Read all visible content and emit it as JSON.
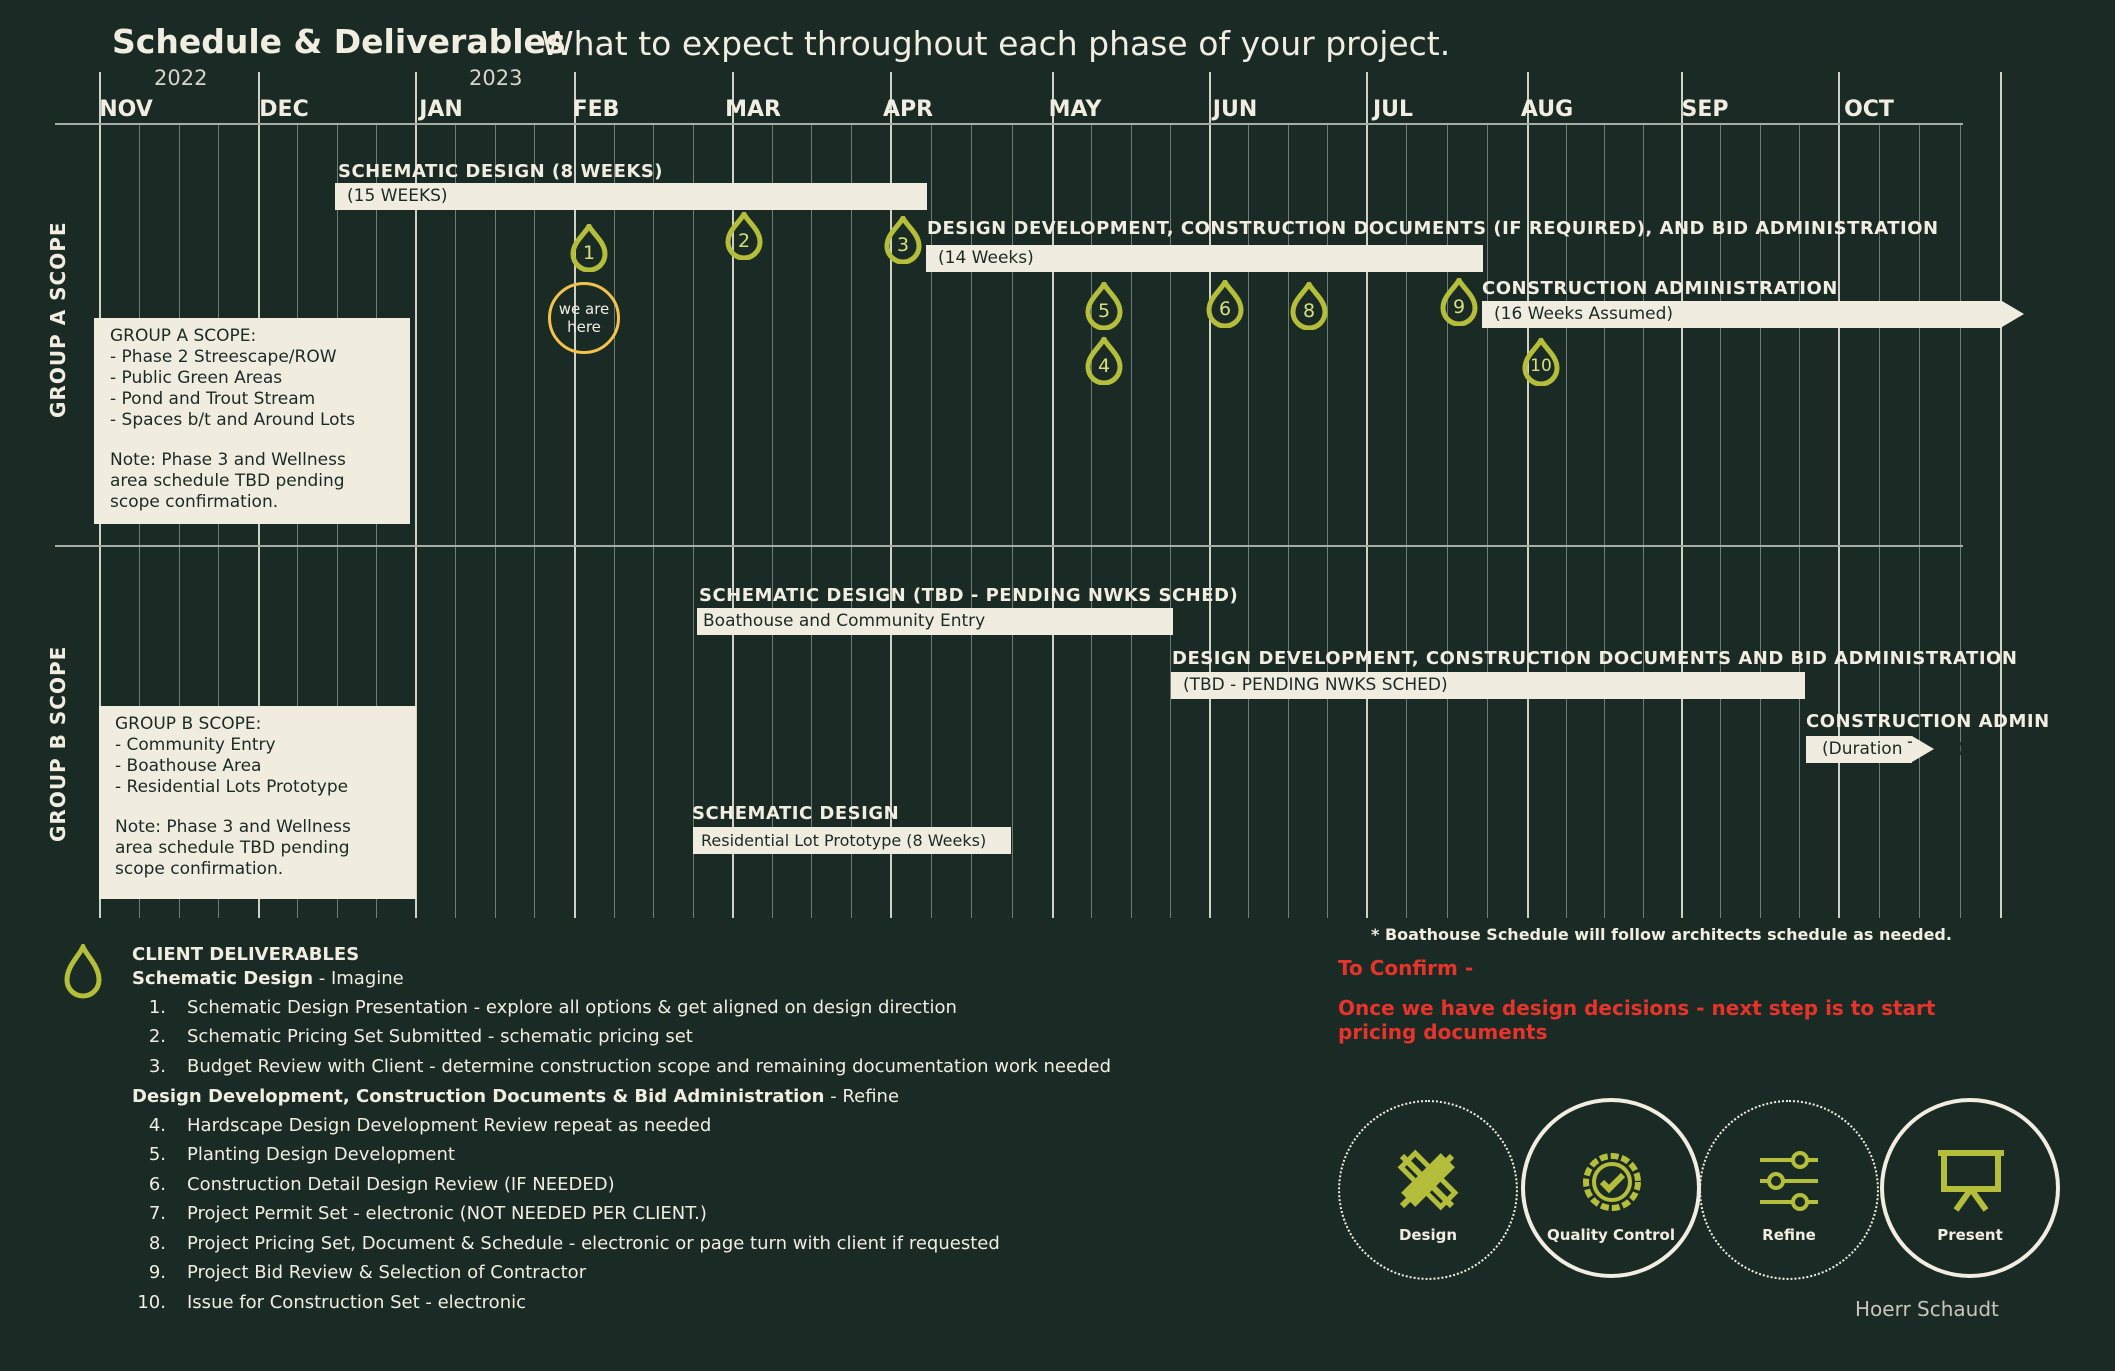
{
  "header": {
    "title": "Schedule & Deliverables",
    "subtitle": "What to expect throughout each phase of your project."
  },
  "timeline": {
    "years": [
      "2022",
      "2023"
    ],
    "months": [
      "NOV",
      "DEC",
      "JAN",
      "FEB",
      "MAR",
      "APR",
      "MAY",
      "JUN",
      "JUL",
      "AUG",
      "SEP",
      "OCT"
    ]
  },
  "group_a": {
    "side_label": "GROUP A SCOPE",
    "scope_box": [
      "GROUP A SCOPE:",
      "- Phase 2 Streescape/ROW",
      "- Public Green Areas",
      "- Pond and Trout Stream",
      "- Spaces b/t and Around Lots",
      "",
      "Note: Phase 3 and Wellness",
      "area schedule TBD pending",
      "scope confirmation."
    ],
    "phases": [
      {
        "title": "SCHEMATIC DESIGN (8 WEEKS)",
        "bar": "(15 WEEKS)"
      },
      {
        "title": "DESIGN DEVELOPMENT, CONSTRUCTION DOCUMENTS (IF REQUIRED), AND BID ADMINISTRATION",
        "bar": "(14 Weeks)"
      },
      {
        "title": "CONSTRUCTION ADMINISTRATION",
        "bar": "(16 Weeks Assumed)"
      }
    ],
    "markers": [
      "1",
      "2",
      "3",
      "4",
      "5",
      "6",
      "8",
      "9",
      "10"
    ],
    "we_are_here": "we are here"
  },
  "group_b": {
    "side_label": "GROUP B SCOPE",
    "scope_box": [
      "GROUP B SCOPE:",
      "- Community Entry",
      "- Boathouse Area",
      "- Residential Lots Prototype",
      "",
      "Note: Phase 3 and Wellness",
      "area schedule TBD pending",
      "scope confirmation."
    ],
    "phases": [
      {
        "title": "SCHEMATIC DESIGN (TBD - PENDING NWKS SCHED)",
        "bar": "Boathouse and Community Entry"
      },
      {
        "title": "DESIGN DEVELOPMENT, CONSTRUCTION DOCUMENTS AND BID ADMINISTRATION",
        "bar": "(TBD - PENDING NWKS SCHED)"
      },
      {
        "title": "CONSTRUCTION ADMIN",
        "bar": "(Duration T.B.D.)"
      },
      {
        "title": "SCHEMATIC DESIGN",
        "bar": "Residential Lot Prototype (8 Weeks)"
      }
    ]
  },
  "legend": {
    "title": "CLIENT DELIVERABLES",
    "section1_title": "Schematic Design",
    "section1_suffix": " - Imagine",
    "section2_title": "Design Development, Construction Documents & Bid Administration",
    "section2_suffix": " - Refine",
    "items": [
      {
        "num": "1.",
        "text": "Schematic Design Presentation - explore all options & get aligned on design direction"
      },
      {
        "num": "2.",
        "text": "Schematic Pricing Set Submitted - schematic pricing set"
      },
      {
        "num": "3.",
        "text": "Budget Review with Client - determine construction scope and remaining documentation work needed"
      },
      {
        "num": "4.",
        "text": "Hardscape Design Development Review repeat as needed"
      },
      {
        "num": "5.",
        "text": "Planting Design Development"
      },
      {
        "num": "6.",
        "text": "Construction Detail Design Review (IF NEEDED)"
      },
      {
        "num": "7.",
        "text": "Project Permit Set - electronic (NOT NEEDED PER CLIENT.)"
      },
      {
        "num": "8.",
        "text": "Project Pricing Set, Document & Schedule - electronic or page turn with client if requested"
      },
      {
        "num": "9.",
        "text": "Project Bid Review & Selection of Contractor"
      },
      {
        "num": "10.",
        "text": "Issue for Construction Set - electronic"
      }
    ]
  },
  "notes": {
    "boathouse": "* Boathouse Schedule will follow architects schedule as needed.",
    "to_confirm": "To Confirm -",
    "decisions": "Once we have design decisions - next step is to start pricing documents"
  },
  "cycle": [
    {
      "label": "Design",
      "icon": "pencil-ruler-icon"
    },
    {
      "label": "Quality Control",
      "icon": "badge-check-icon"
    },
    {
      "label": "Refine",
      "icon": "sliders-icon"
    },
    {
      "label": "Present",
      "icon": "presentation-board-icon"
    }
  ],
  "logo": "Hoerr Schaudt",
  "colors": {
    "background": "#1a2b25",
    "cream": "#f1ece0",
    "accent": "#b5be3a",
    "red": "#e8332a",
    "gold": "#f2c24a"
  }
}
